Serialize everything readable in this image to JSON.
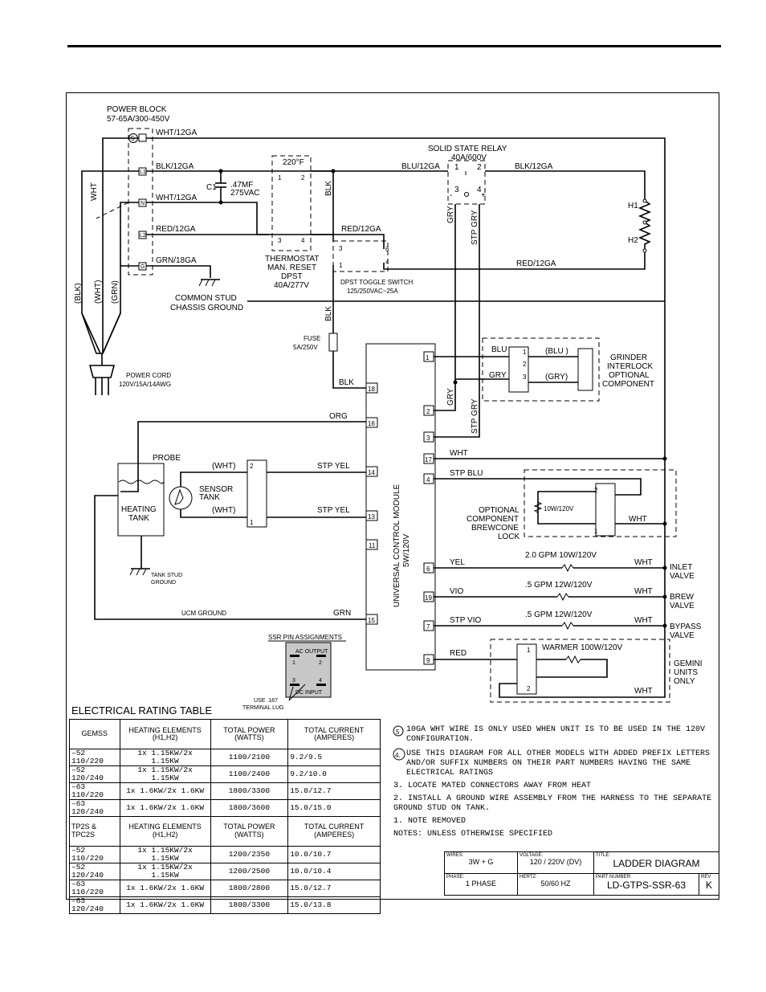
{
  "power_block": {
    "title": "POWER BLOCK",
    "rating": "57-65A/300-450V",
    "pins": [
      "5",
      "L1",
      "N",
      "L2",
      "G"
    ]
  },
  "wires": {
    "wht12": "WHT/12GA",
    "blk12": "BLK/12GA",
    "wht12b": "WHT/12GA",
    "red12": "RED/12GA",
    "grn18": "GRN/18GA",
    "blu12": "BLU/12GA",
    "blk12b": "BLK/12GA",
    "red12b": "RED/12GA",
    "red12c": "RED/12GA",
    "wht_v": "WHT",
    "blk_v": "BLK",
    "blk_v2": "BLK",
    "gry": "GRY",
    "stp_gry": "STP GRY",
    "gry2": "GRY",
    "stp_gry2": "STP GRY",
    "cord_blk": "(BLK)",
    "cord_wht": "(WHT)",
    "cord_grn": "(GRN)",
    "blk18": "BLK",
    "org": "ORG",
    "wht17": "WHT",
    "stp_blu": "STP BLU",
    "yel": "YEL",
    "vio": "VIO",
    "stp_vio": "STP VIO",
    "red9": "RED",
    "grn15": "GRN",
    "stp_yel1": "STP YEL",
    "stp_yel2": "STP YEL",
    "probe_wht1": "(WHT)",
    "probe_wht2": "(WHT)",
    "inlet_wht": "WHT",
    "brew_wht": "WHT",
    "bypass_wht": "WHT",
    "lock_wht": "WHT",
    "warmer_wht": "WHT"
  },
  "capacitor": {
    "label": "C1",
    "value1": ".47MF",
    "value2": "275VAC"
  },
  "thermostat": {
    "temp": "220°F",
    "l1": "THERMOSTAT",
    "l2": "MAN. RESET",
    "l3": "DPST",
    "l4": "40A/277V"
  },
  "relay": {
    "l1": "SOLID STATE RELAY",
    "l2": "40A/600V",
    "p1": "1",
    "p2": "2",
    "p3": "3",
    "p4": "4",
    "minus": "-",
    "plus": "+"
  },
  "heaters": {
    "h1": "H1",
    "h2": "H2"
  },
  "toggle": {
    "l1": "DPST TOGGLE SWITCH",
    "l2": "125/250VAC~25A",
    "pins": [
      "3",
      "1",
      "6",
      "4"
    ]
  },
  "ground": {
    "l1": "COMMON STUD",
    "l2": "CHASSIS GROUND"
  },
  "fuse": {
    "l1": "FUSE",
    "l2": "5A/250V"
  },
  "cord": {
    "l1": "POWER CORD",
    "l2": "120V/15A/14AWG"
  },
  "ucm": {
    "label": "UNIVERSAL CONTROL MODULE",
    "rating": "5W/120V",
    "pins": [
      "1",
      "18",
      "2",
      "16",
      "3",
      "17",
      "4",
      "14",
      "13",
      "11",
      "6",
      "19",
      "7",
      "15",
      "9"
    ]
  },
  "grinder": {
    "blu": "BLU",
    "gry": "GRY",
    "blu2": "(BLU )",
    "gry2": "(GRY)",
    "l1": "GRINDER",
    "l2": "INTERLOCK",
    "l3": "OPTIONAL",
    "l4": "COMPONENT",
    "pins": [
      "1",
      "2",
      "3"
    ]
  },
  "probe": {
    "probe": "PROBE",
    "sensor": "SENSOR",
    "tank": "TANK",
    "heating": "HEATING",
    "tank2": "TANK",
    "stud1": "TANK STUD",
    "stud2": "GROUND",
    "pins": [
      "2",
      "1"
    ]
  },
  "lock": {
    "l1": "OPTIONAL",
    "l2": "COMPONENT",
    "l3": "BREWCONE",
    "l4": "LOCK",
    "coil": "10W/120V",
    "pins": [
      "2",
      "1"
    ]
  },
  "valves": {
    "inlet_rating": "2.0 GPM 10W/120V",
    "inlet": "INLET",
    "valve": "VALVE",
    "brew_rating": ".5 GPM 12W/120V",
    "brew": "BREW",
    "valve2": "VALVE",
    "bypass_rating": ".5 GPM 12W/120V",
    "bypass": "BYPASS",
    "valve3": "VALVE"
  },
  "warmer": {
    "rating": "WARMER 100W/120V",
    "g1": "GEMINI",
    "g2": "UNITS",
    "g3": "ONLY",
    "pins": [
      "1",
      "2"
    ]
  },
  "ucm_ground": "UCM GROUND",
  "ssr_pins": {
    "title": "SSR PIN ASSIGNMENTS",
    "ac": "AC OUTPUT",
    "p1": "1",
    "p2": "2",
    "p3": "3",
    "p4": "4",
    "dc": "DC INPUT",
    "use1": "USE .187",
    "use2": "TERMINAL LUG"
  },
  "rating_table": {
    "title": "ELECTRICAL RATING TABLE",
    "h_elem": "HEATING ELEMENTS (H1,H2)",
    "h_power": "TOTAL POWER (WATTS)",
    "h_current": "TOTAL CURRENT (AMPERES)",
    "group1": "GEMSS",
    "group2": "TP2S & TPC2S",
    "rows1": [
      [
        "–52 110/220",
        "1x 1.15KW/2x 1.15KW",
        "1100/2100",
        "9.2/9.5"
      ],
      [
        "–52 120/240",
        "1x 1.15KW/2x 1.15KW",
        "1100/2400",
        "9.2/10.0"
      ],
      [
        "–63 110/220",
        "1x 1.6KW/2x 1.6KW",
        "1800/3300",
        "15.0/12.7"
      ],
      [
        "–63 120/240",
        "1x 1.6KW/2x 1.6KW",
        "1800/3600",
        "15.0/15.0"
      ]
    ],
    "rows2": [
      [
        "–52 110/220",
        "1x 1.15KW/2x 1.15KW",
        "1200/2350",
        "10.0/10.7"
      ],
      [
        "–52 120/240",
        "1x 1.15KW/2x 1.15KW",
        "1200/2500",
        "10.0/10.4"
      ],
      [
        "–63 110/220",
        "1x 1.6KW/2x 1.6KW",
        "1800/2800",
        "15.0/12.7"
      ],
      [
        "–63 120/240",
        "1x 1.6KW/2x 1.6KW",
        "1800/3300",
        "15.0/13.8"
      ]
    ]
  },
  "notes": {
    "n5": "10GA WHT WIRE IS ONLY USED WHEN UNIT IS TO BE USED IN THE 120V CONFIGURATION.",
    "n4": "USE THIS DIAGRAM FOR ALL OTHER MODELS WITH ADDED PREFIX LETTERS AND/OR SUFFIX NUMBERS ON THEIR PART NUMBERS HAVING THE SAME ELECTRICAL RATINGS",
    "n3": "3. LOCATE MATED CONNECTORS AWAY FROM HEAT",
    "n2": "2. INSTALL A GROUND WIRE ASSEMBLY FROM THE HARNESS TO THE SEPARATE GROUND STUD ON TANK.",
    "n1": "1. NOTE REMOVED",
    "n0": "NOTES: UNLESS OTHERWISE SPECIFIED",
    "mark5": "5",
    "mark4": "4."
  },
  "title_block": {
    "wires_cap": "WIRES:",
    "wires": "3W + G",
    "voltage_cap": "VOLTAGE:",
    "voltage": "120 / 220V (DV)",
    "title_cap": "TITLE:",
    "title": "LADDER DIAGRAM",
    "phase_cap": "PHASE:",
    "phase": "1 PHASE",
    "hertz_cap": "HERTZ:",
    "hertz": "50/60 HZ",
    "part_cap": "PART NUMBER:",
    "part": "LD-GTPS-SSR-63",
    "rev_cap": "REV",
    "rev": "K"
  }
}
